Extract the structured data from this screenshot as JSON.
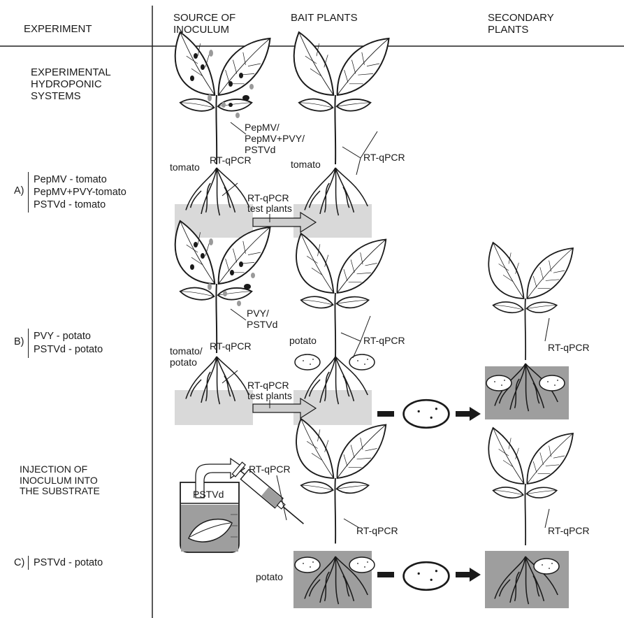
{
  "headers": {
    "experiment": "EXPERIMENT",
    "source": [
      "SOURCE OF",
      "INOCULUM"
    ],
    "bait": "BAIT PLANTS",
    "secondary": [
      "SECONDARY",
      "PLANTS"
    ]
  },
  "sections": {
    "hydroponic": [
      "EXPERIMENTAL",
      "HYDROPONIC",
      "SYSTEMS"
    ],
    "injection": [
      "INJECTION OF",
      "INOCULUM INTO",
      "THE SUBSTRATE"
    ]
  },
  "experiments": {
    "a": {
      "letter": "A)",
      "lines": [
        "PepMV - tomato",
        "PepMV+PVY-tomato",
        "PSTVd - tomato"
      ]
    },
    "b": {
      "letter": "B)",
      "lines": [
        "PVY - potato",
        "PSTVd - potato"
      ]
    },
    "c": {
      "letter": "C)",
      "lines": [
        "PSTVd - potato"
      ]
    }
  },
  "row_a": {
    "source_plant": "tomato",
    "source_assay": "RT-qPCR",
    "pathogens": [
      "PepMV/",
      "PepMV+PVY/",
      "PSTVd"
    ],
    "bait_plant": "tomato",
    "bait_assay": "RT-qPCR",
    "root_assay": [
      "RT-qPCR",
      "test plants"
    ]
  },
  "row_b": {
    "source_plant": [
      "tomato/",
      "potato"
    ],
    "source_assay": "RT-qPCR",
    "pathogens": [
      "PVY/",
      "PSTVd"
    ],
    "bait_plant": "potato",
    "bait_assay": "RT-qPCR",
    "root_assay": [
      "RT-qPCR",
      "test plants"
    ],
    "secondary_assay": "RT-qPCR"
  },
  "row_c": {
    "inoculum": "PSTVd",
    "injection_assay": "RT-qPCR",
    "bait_plant": "potato",
    "bait_assay": "RT-qPCR",
    "secondary_assay": "RT-qPCR"
  },
  "colors": {
    "hydroponic_tray": "#d9d9d9",
    "substrate": "#9e9e9e",
    "ink": "#1a1a1a",
    "arrow_fill": "#cfcfcf"
  }
}
